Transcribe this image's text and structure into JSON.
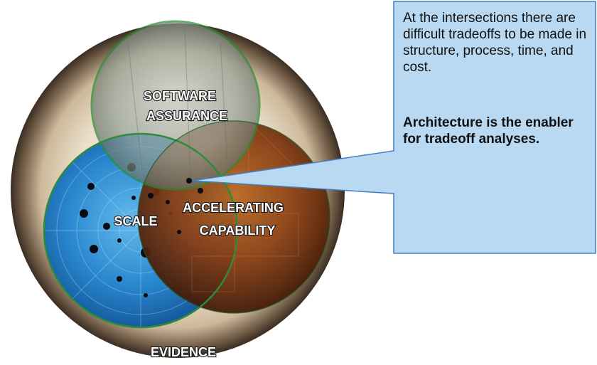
{
  "circles": {
    "software_assurance": {
      "line1": "SOFTWARE",
      "line2": "ASSURANCE",
      "color": "#8e9a8f",
      "outline": "#2e8b3a"
    },
    "scale": {
      "label": "SCALE",
      "color": "#2f8fd3"
    },
    "accelerating_capability": {
      "line1": "ACCELERATING",
      "line2": "CAPABILITY",
      "color": "#8a4a1c"
    },
    "evidence": {
      "label": "EVIDENCE",
      "color": "#e8dcc7"
    }
  },
  "callout": {
    "note": "At the intersections there are difficult tradeoffs to be made in structure, process, time, and cost.",
    "emphasis": "Architecture is the enabler for tradeoff analyses.",
    "fill": "#b9d9f2",
    "border": "#3f7fc2"
  }
}
